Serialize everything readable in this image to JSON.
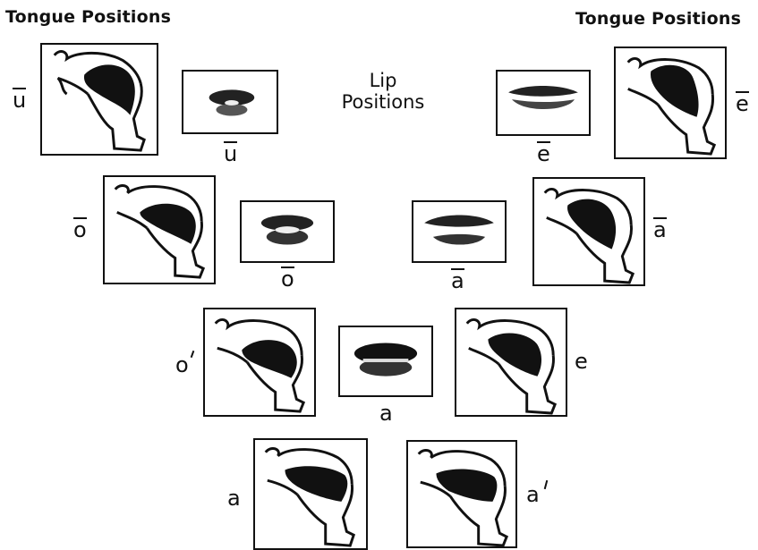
{
  "headers": {
    "left": "Tongue Positions",
    "right": "Tongue Positions"
  },
  "lip_title": {
    "line1": "Lip",
    "line2": "Positions"
  },
  "tongue_panels": [
    {
      "id": "u-long",
      "label": "u",
      "mark": "macron"
    },
    {
      "id": "o-long",
      "label": "o",
      "mark": "macron"
    },
    {
      "id": "o-acute",
      "label": "o",
      "mark": "acute"
    },
    {
      "id": "a-plain",
      "label": "a",
      "mark": ""
    },
    {
      "id": "e-long",
      "label": "e",
      "mark": "macron"
    },
    {
      "id": "a-long",
      "label": "a",
      "mark": "macron"
    },
    {
      "id": "e-short",
      "label": "e",
      "mark": ""
    },
    {
      "id": "a-prime",
      "label": "a",
      "mark": "prime"
    }
  ],
  "lip_panels": [
    {
      "id": "u-long",
      "label": "u",
      "mark": "macron"
    },
    {
      "id": "e-long",
      "label": "e",
      "mark": "macron"
    },
    {
      "id": "o-long",
      "label": "o",
      "mark": "macron"
    },
    {
      "id": "a-long",
      "label": "a",
      "mark": "macron"
    },
    {
      "id": "a-open",
      "label": "a",
      "mark": ""
    }
  ]
}
